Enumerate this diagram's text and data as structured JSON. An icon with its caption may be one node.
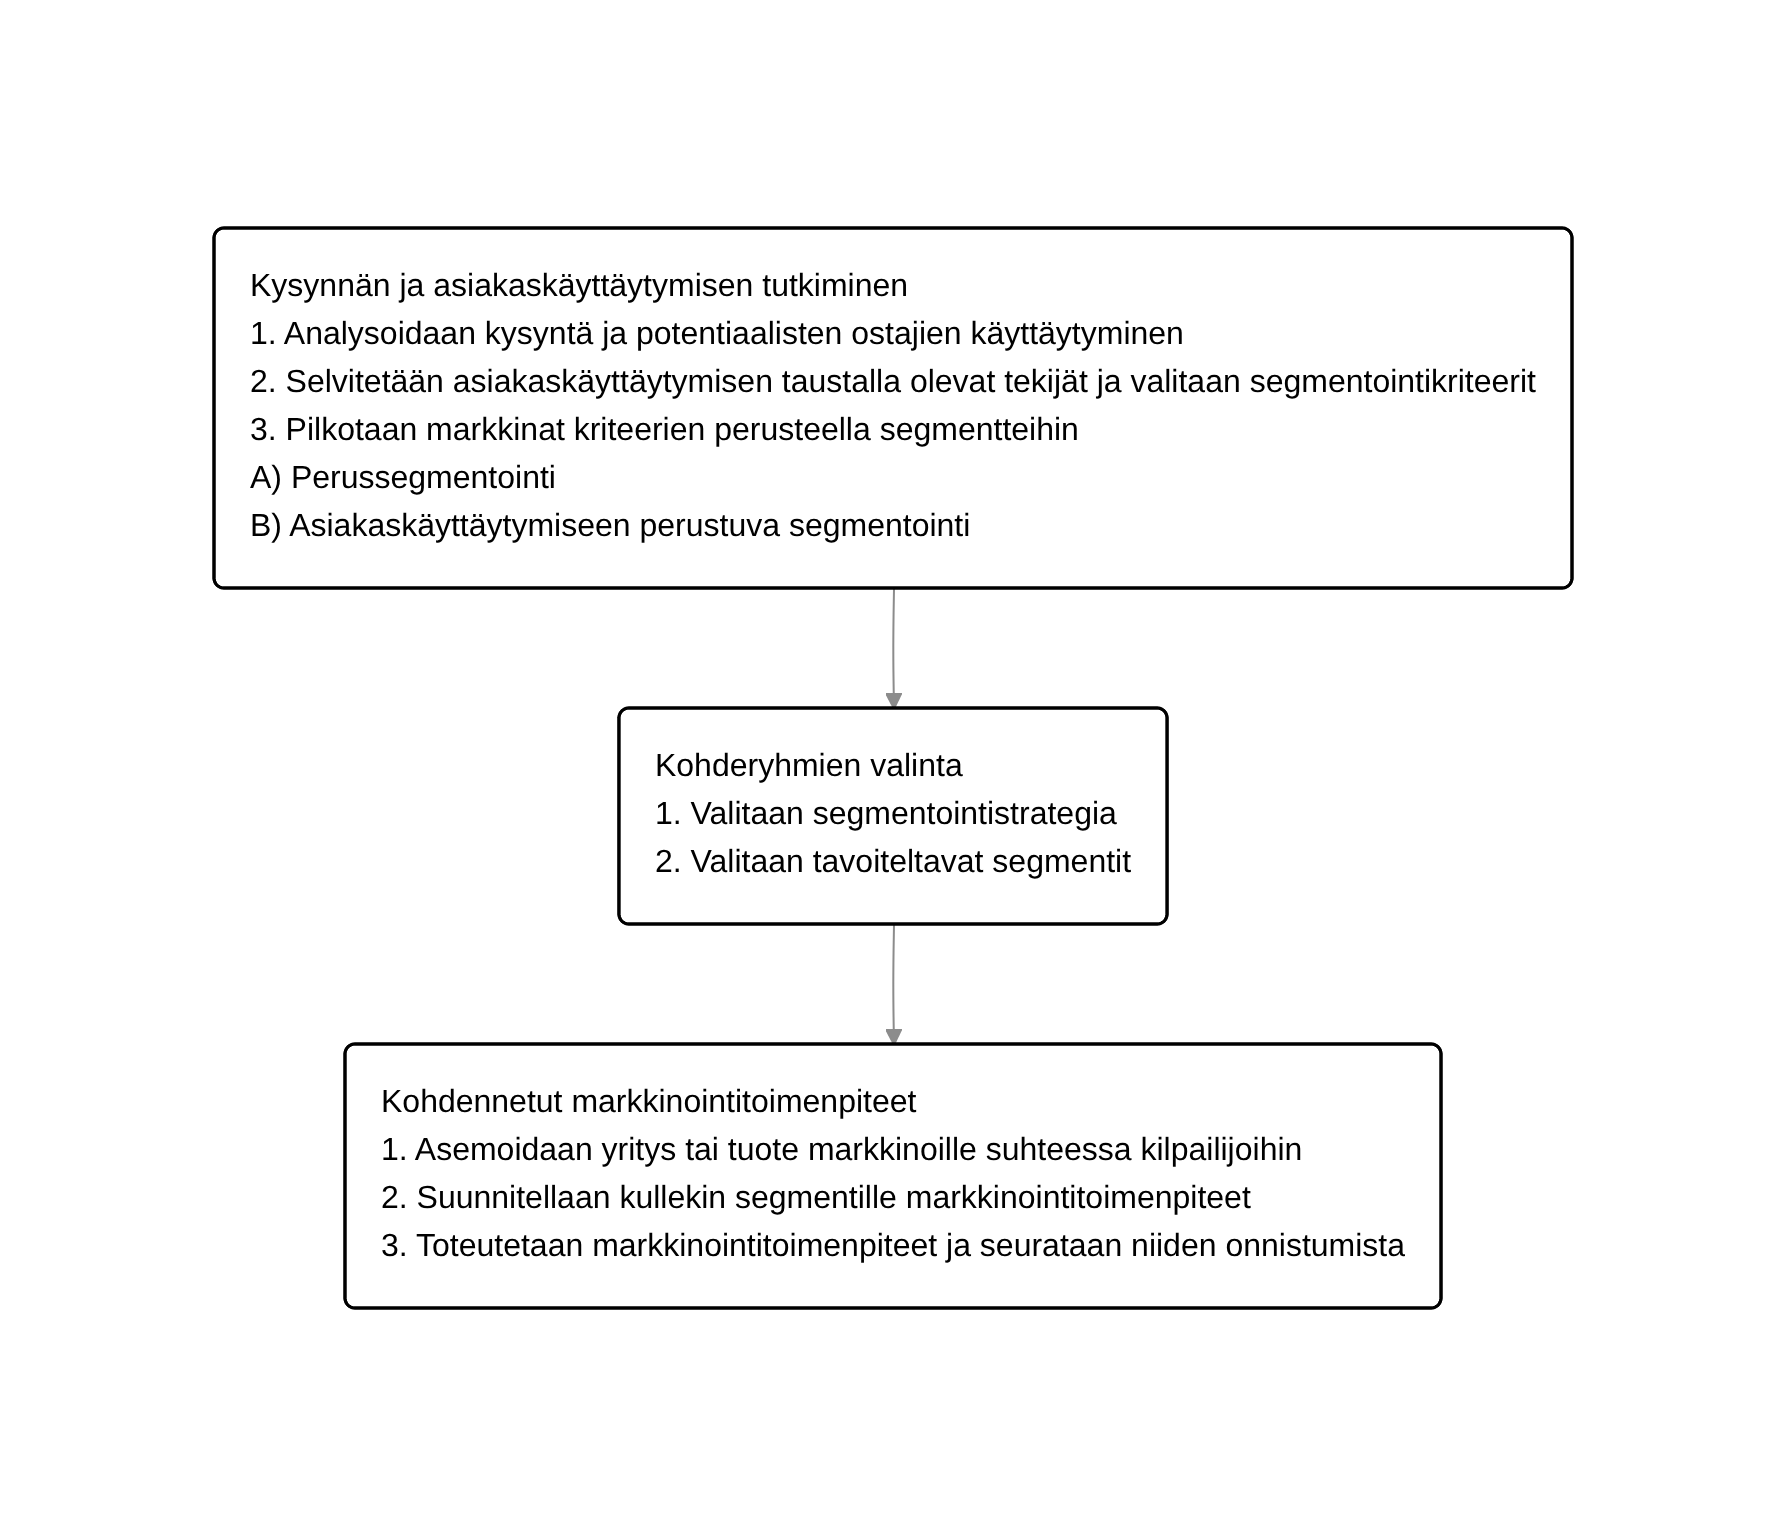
{
  "diagram": {
    "nodes": [
      {
        "text": [
          "Kysynnän ja asiakaskäyttäytymisen tutkiminen",
          "1. Analysoidaan kysyntä ja potentiaalisten ostajien käyttäytyminen",
          "2. Selvitetään asiakaskäyttäytymisen taustalla olevat tekijät ja valitaan segmentointikriteerit",
          "3. Pilkotaan markkinat kriteerien perusteella segmentteihin",
          "A) Perussegmentointi",
          "B) Asiakaskäyttäytymiseen perustuva segmentointi"
        ]
      },
      {
        "text": [
          "Kohderyhmien valinta",
          "1. Valitaan segmentointistrategia",
          "2. Valitaan tavoiteltavat segmentit"
        ]
      },
      {
        "text": [
          "Kohdennetut markkinointitoimenpiteet",
          "1. Asemoidaan yritys tai tuote markkinoille suhteessa kilpailijoihin",
          "2. Suunnitellaan kullekin segmentille markkinointitoimenpiteet",
          "3. Toteutetaan markkinointitoimenpiteet ja seurataan niiden onnistumista"
        ]
      }
    ],
    "edges": [
      {
        "from": 0,
        "to": 1,
        "arrow": "to"
      },
      {
        "from": 1,
        "to": 2,
        "arrow": "to"
      }
    ]
  }
}
